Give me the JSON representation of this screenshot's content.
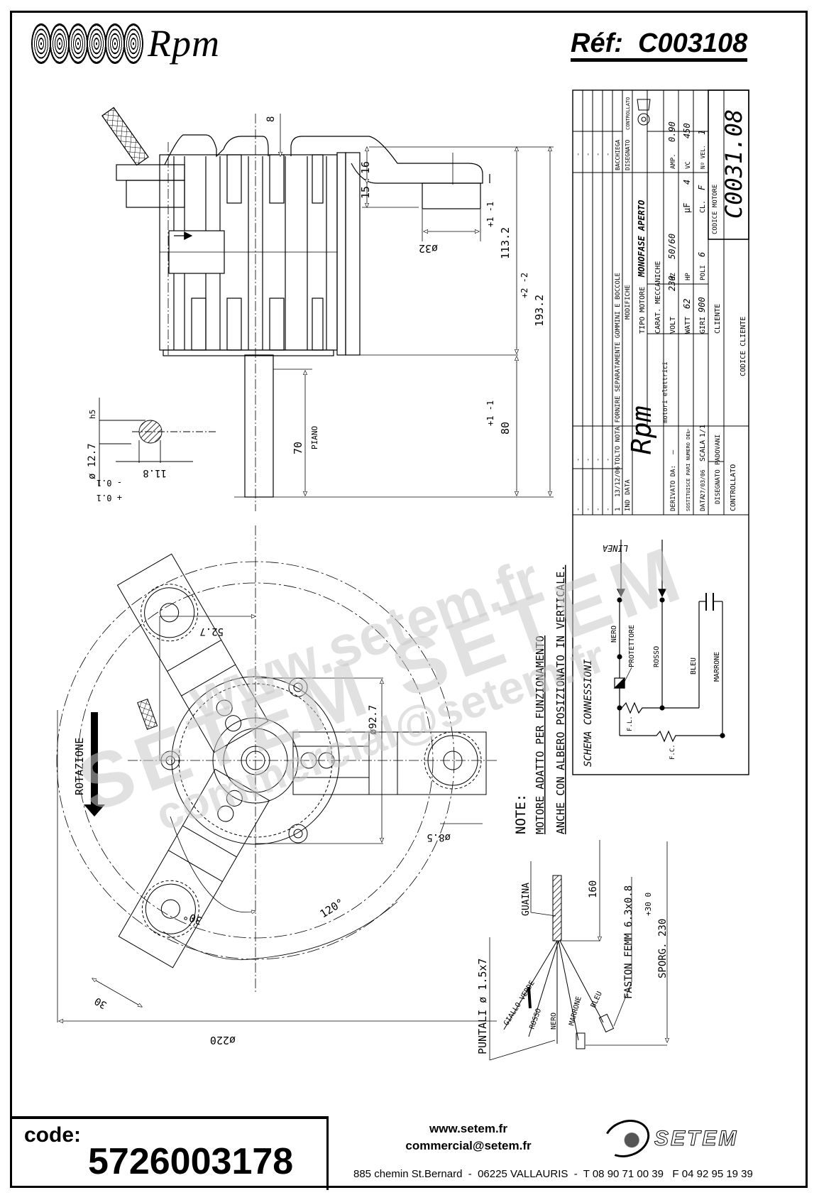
{
  "header": {
    "brand": "Rpm",
    "reference": "Réf:  C003108"
  },
  "title_block": {
    "revisions": {
      "rows": [
        {
          "ind": "-",
          "data": "-",
          "modifiche": "",
          "disegnato": "-",
          "controllato": ""
        },
        {
          "ind": "-",
          "data": "-",
          "modifiche": "",
          "disegnato": "-",
          "controllato": ""
        },
        {
          "ind": "-",
          "data": "-",
          "modifiche": "",
          "disegnato": "-",
          "controllato": ""
        },
        {
          "ind": "-",
          "data": "-",
          "modifiche": "",
          "disegnato": "-",
          "controllato": ""
        },
        {
          "ind": "1",
          "data": "13/12/06",
          "modifiche": "TOLTO NOTA FORNIRE SEPARATAMENTE GOMMINI E BOCCOLE",
          "disegnato": "BACCHIEGA",
          "controllato": ""
        }
      ],
      "headers": {
        "ind": "IND",
        "data": "DATA",
        "modifiche": "MODIFICHE",
        "disegnato": "DISEGNATO",
        "controllato": "CONTROLLATO"
      }
    },
    "company": {
      "logo": "Rpm",
      "subtitle": "motori elettrici"
    },
    "tipo_motore_label": "TIPO MOTORE",
    "tipo_motore_value": "MONOFASE APERTO",
    "carat_label": "CARAT. MECCANICHE",
    "specs": [
      {
        "label": "VOLT",
        "value": "230"
      },
      {
        "label": "HZ",
        "value": "50/60"
      },
      {
        "label": "AMP.",
        "value": "0.90"
      },
      {
        "label": "WATT",
        "value": "62"
      },
      {
        "label": "HP",
        "value": "—"
      },
      {
        "label": "µF",
        "value": "4"
      },
      {
        "label": "VC",
        "value": "450"
      },
      {
        "label": "GIRI",
        "value": "900"
      },
      {
        "label": "POLI",
        "value": "6"
      },
      {
        "label": "CL.",
        "value": "F"
      },
      {
        "label": "Nº VEL.",
        "value": "1"
      }
    ],
    "derivato_label": "DERIVATO DA:",
    "derivato_value": "—",
    "sostituisce_label": "SOSTITUISCE PARI NUMERO DEL",
    "sostituisce_value": "—",
    "data_label": "DATA",
    "data_value": "27/03/06",
    "scala_label": "SCALA",
    "scala_value": "1/1",
    "disegnato_label": "DISEGNATO",
    "disegnato_value": "PADOVANI",
    "controllato_label": "CONTROLLATO",
    "cliente_label": "CLIENTE",
    "codice_cliente_label": "CODICE CLIENTE",
    "codice_motore_label": "CODICE MOTORE",
    "codice_motore_value": "C0031.08"
  },
  "schema": {
    "title": "SCHEMA CONNESSIONI",
    "linea": "LINEA",
    "wires": [
      "NERO",
      "PROTETTORE",
      "ROSSO",
      "BLEU",
      "MARRONE"
    ],
    "fl": "F.L.",
    "fc": "F.C."
  },
  "notes": {
    "title": "NOTE:",
    "line1": "MOTORE ADATTO PER FUNZIONAMENTO",
    "line2": "ANCHE CON ALBERO POSIZIONATO IN VERTICALE."
  },
  "side_view": {
    "dims": {
      "d8": "8",
      "d16": "16",
      "d15": "15",
      "phi32": "ø32",
      "d113": "113.2",
      "d113_tol": "+1 -1",
      "d193": "193.2",
      "d193_tol": "+2 -2",
      "d80": "80",
      "d80_tol": "+1 -1",
      "d70": "70",
      "piano": "PIANO"
    },
    "shaft": {
      "phi": "ø 12.7",
      "fit": "h5",
      "flat": "11.8",
      "tol_minus": "- 0.1",
      "tol_plus": "+ 0.1"
    }
  },
  "front_view": {
    "rotazione": "ROTAZIONE",
    "d52": "52.7",
    "phi92": "ø92.7",
    "phi8": "ø8.5",
    "a30": "30°",
    "a120": "120°",
    "w30": "30",
    "phi220": "ø220"
  },
  "cable": {
    "guaina": "GUAINA",
    "d160": "160",
    "faston": "FASTON FEMM 6.3x0.8",
    "sporg": "SPORG. 230",
    "sporg_tol": "+30 0",
    "puntali": "PUNTALI ø 1.5x7",
    "wires": [
      "GIALLO-VERDE",
      "ROSSO",
      "NERO",
      "MARRONE",
      "BLEU"
    ]
  },
  "footer": {
    "code_label": "code:",
    "code_value": "5726003178",
    "website": "www.setem.fr",
    "email": "commercial@setem.fr",
    "address": "885 chemin St.Bernard  -  06225 VALLAURIS  -  T 08 90 71 00 39   F 04 92 95 19 39",
    "setem_logo": "SETEM"
  },
  "watermarks": {
    "w1": "www.setem.fr",
    "w2": "SETEM  SETEM",
    "w3": "commercial@setem.fr"
  }
}
